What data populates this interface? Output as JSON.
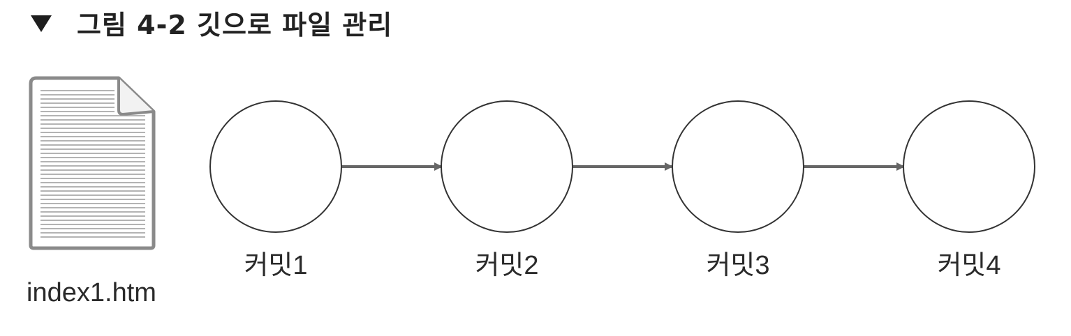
{
  "caption": {
    "marker_icon": "triangle-down-icon",
    "text": "그림 4-2 깃으로 파일 관리"
  },
  "file": {
    "icon": "document-icon",
    "name": "index1.htm"
  },
  "commits": [
    {
      "label": "커밋1"
    },
    {
      "label": "커밋2"
    },
    {
      "label": "커밋3"
    },
    {
      "label": "커밋4"
    }
  ],
  "colors": {
    "stroke": "#333333",
    "arrow": "#666666",
    "file_border": "#8a8a8a",
    "file_lines": "#9a9a9a",
    "text": "#2a2a2a"
  }
}
